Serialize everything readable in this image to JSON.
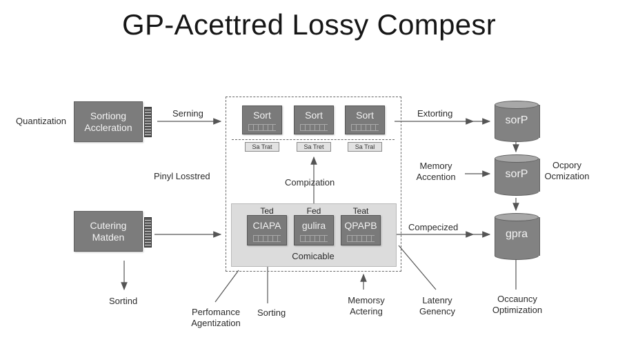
{
  "title": "GP-Acettred Lossy Compesr",
  "left": {
    "quantization": "Quantization",
    "box1": "Sortiong Accleration",
    "box2": "Cutering Matden",
    "pinyl": "Pinyl Losstred",
    "sortind": "Sortind"
  },
  "arrows": {
    "serning": "Serning",
    "compization": "Compization",
    "extorting": "Extorting",
    "compecized": "Compecized"
  },
  "top_group": {
    "cells": [
      "Sort",
      "Sort",
      "Sort"
    ],
    "tags": [
      "Sa Trat",
      "Sa Tret",
      "Sa Tral"
    ]
  },
  "bottom_group": {
    "cells": [
      {
        "top": "Ted",
        "main": "CIAPA"
      },
      {
        "top": "Fed",
        "main": "gulira"
      },
      {
        "top": "Teat",
        "main": "QPAPB"
      }
    ],
    "caption": "Comicable"
  },
  "bottom_labels": {
    "perf": "Perfomance Agentization",
    "sorting": "Sorting",
    "memory": "Memorsy Actering",
    "latency": "Latenry Genency"
  },
  "right": {
    "memory_accention": "Memory Accention",
    "ocpory": "Ocpory Ocmization",
    "cyl1": "sorP",
    "cyl2": "sorP",
    "cyl3": "gpra",
    "occauncy": "Occauncy Optimization"
  }
}
